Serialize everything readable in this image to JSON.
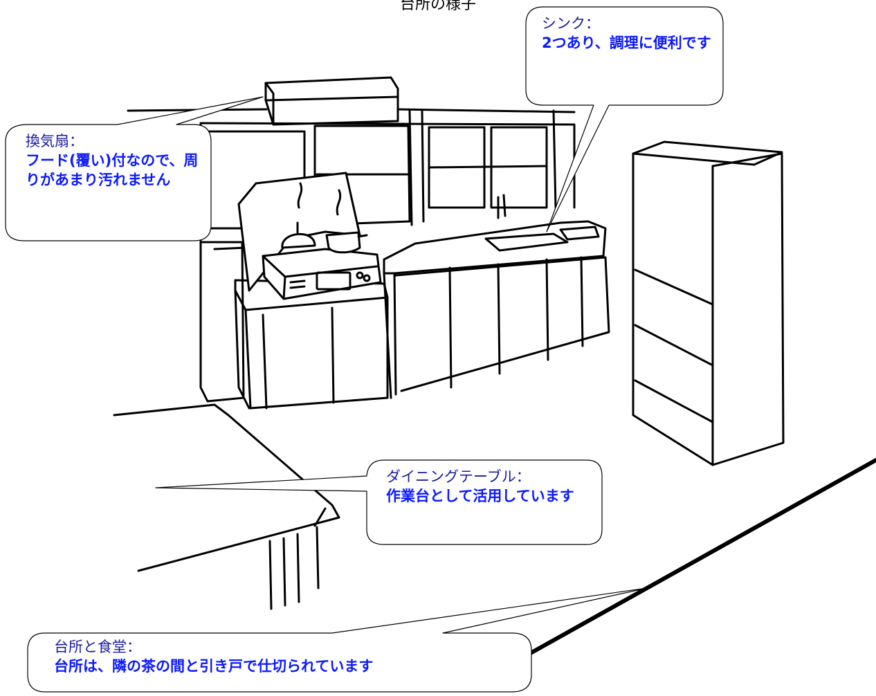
{
  "title": "台所の様子",
  "annotations": {
    "fan": {
      "heading": "換気扇：",
      "text": "フード(覆い)付なので、周りがあまり汚れません"
    },
    "sink": {
      "heading": "シンク：",
      "text": "2つあり、調理に便利です"
    },
    "table": {
      "heading": "ダイニングテーブル：",
      "text": "作業台として活用しています"
    },
    "kitchen": {
      "heading": "台所と食堂：",
      "text": "台所は、隣の茶の間と引き戸で仕切られています"
    }
  },
  "colors": {
    "heading": "#1a1aa0",
    "body": "#0a18ff",
    "line": "#000000"
  }
}
